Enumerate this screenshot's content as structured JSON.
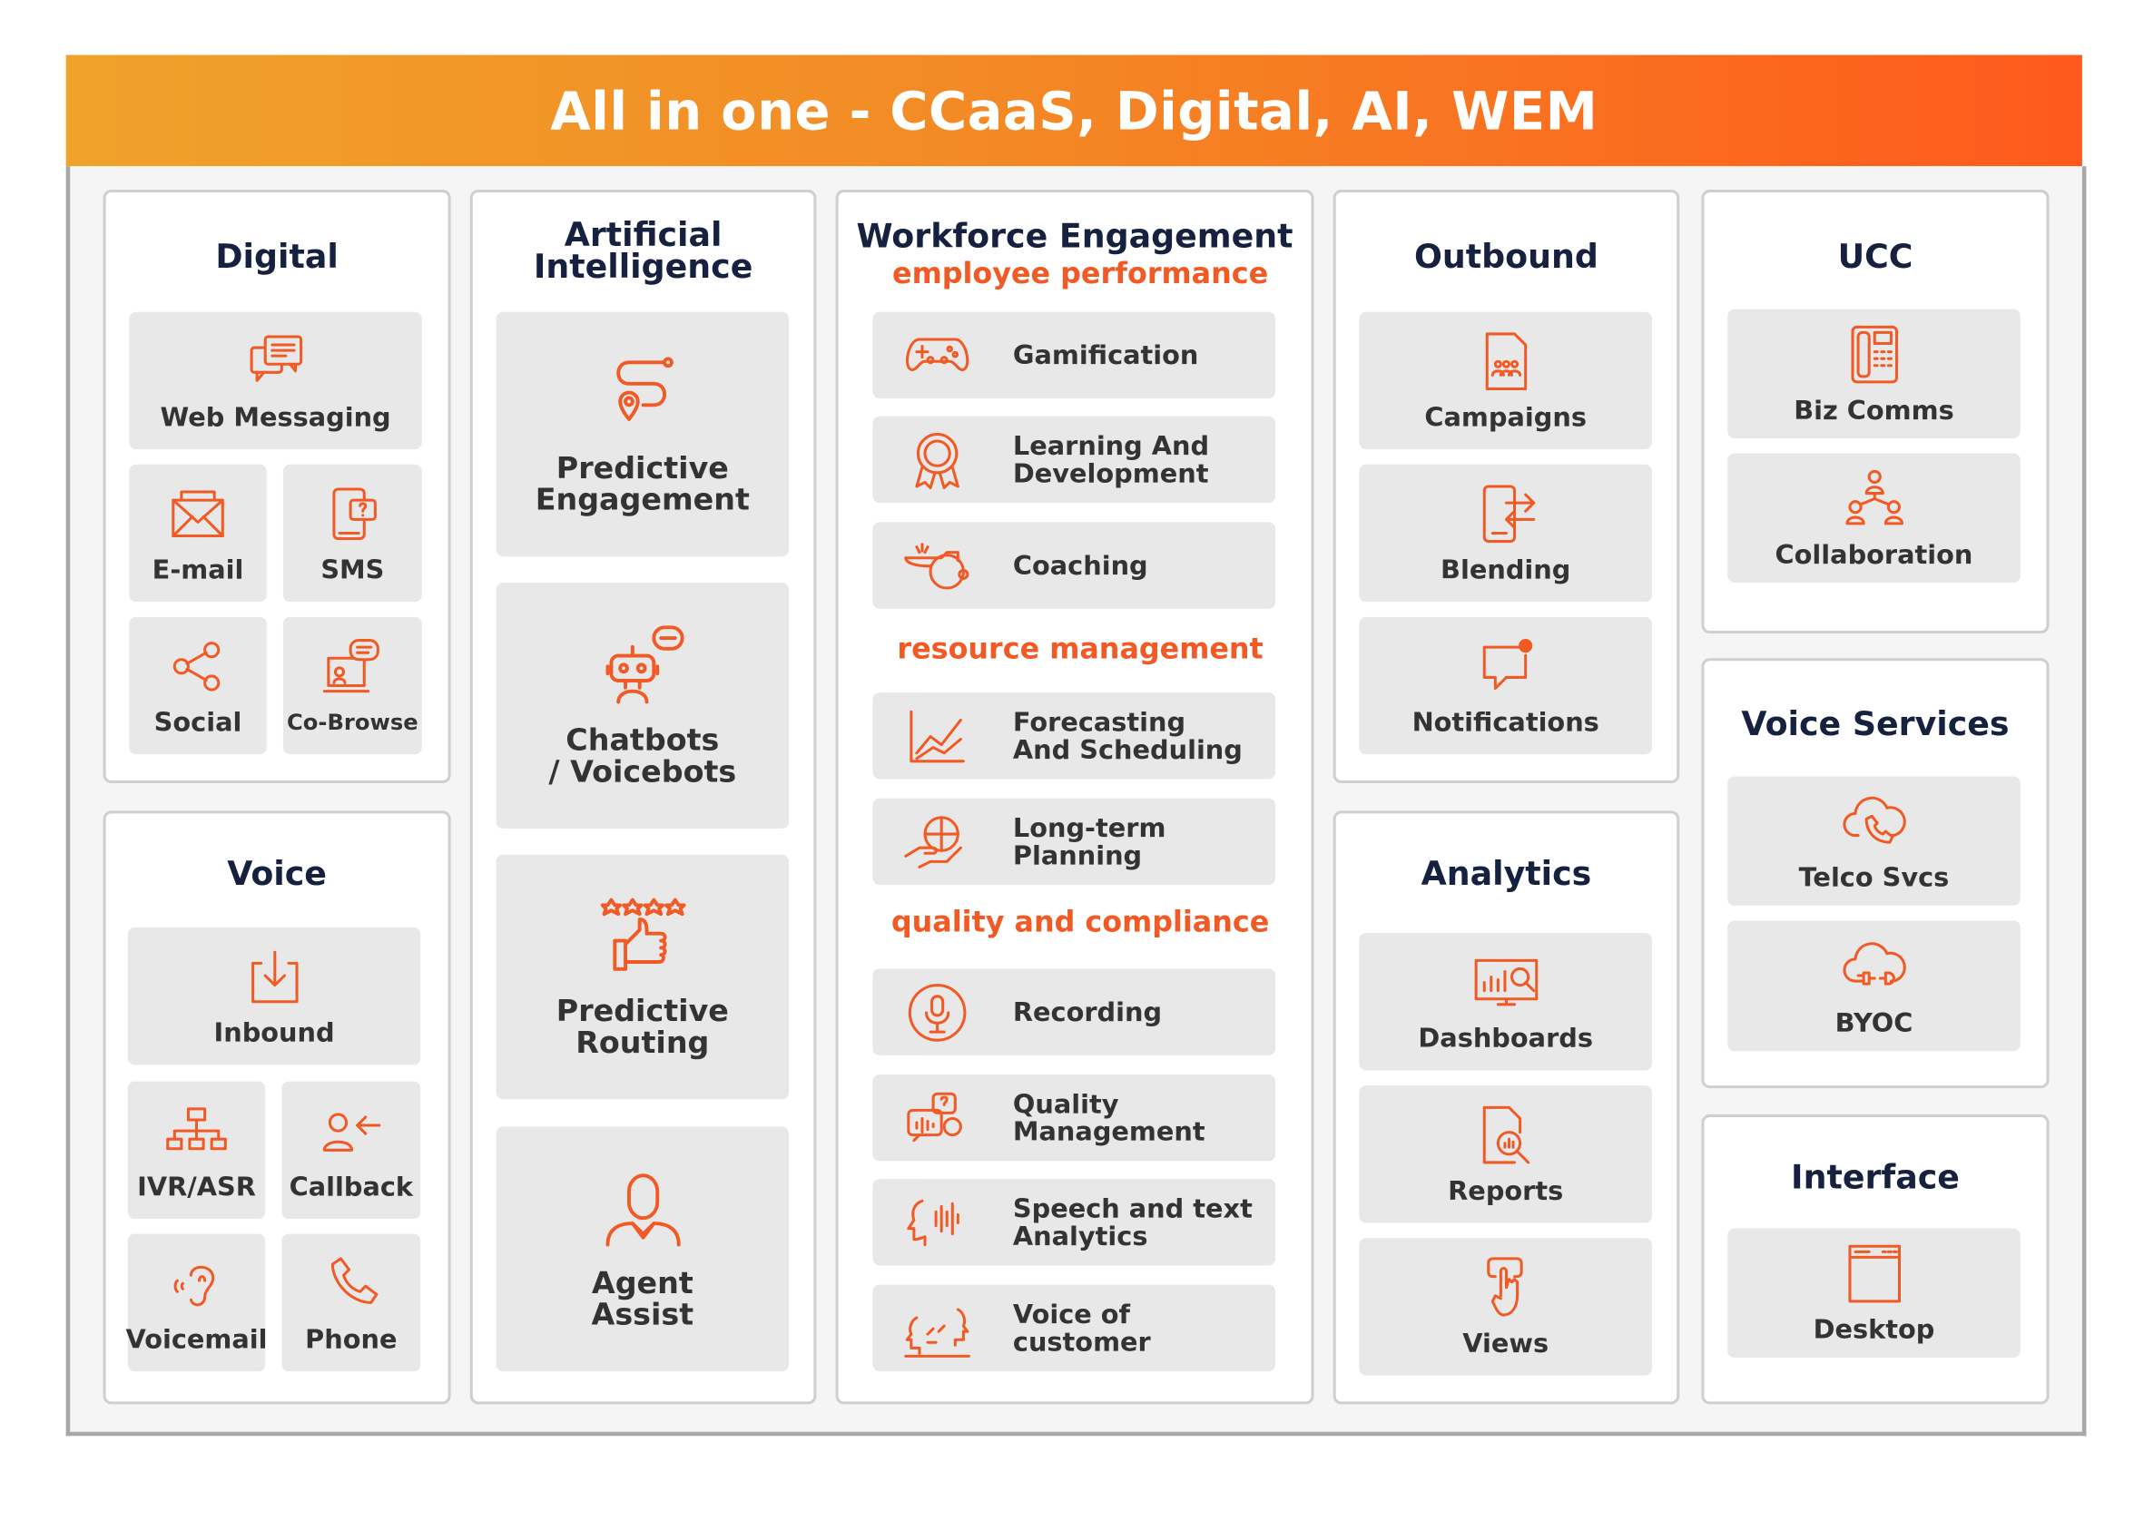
{
  "banner": {
    "title": "All in one - CCaaS, Digital, AI, WEM"
  },
  "colors": {
    "accent": "#f15a24",
    "title": "#16213f",
    "tile": "#e8e8e8",
    "banner_start": "#f0a22a",
    "banner_end": "#ff5a1c"
  },
  "digital": {
    "title": "Digital",
    "items": [
      "Web Messaging",
      "E-mail",
      "SMS",
      "Social",
      "Co-Browse"
    ]
  },
  "voice": {
    "title": "Voice",
    "items": [
      "Inbound",
      "IVR/ASR",
      "Callback",
      "Voicemail",
      "Phone"
    ]
  },
  "ai": {
    "title": [
      "Artificial",
      "Intelligence"
    ],
    "items": [
      [
        "Predictive",
        "Engagement"
      ],
      [
        "Chatbots",
        "/ Voicebots"
      ],
      [
        "Predictive",
        "Routing"
      ],
      [
        "Agent",
        "Assist"
      ]
    ]
  },
  "wem": {
    "title": "Workforce Engagement",
    "sections": [
      {
        "heading": "employee performance",
        "items": [
          [
            "Gamification"
          ],
          [
            "Learning And",
            "Development"
          ],
          [
            "Coaching"
          ]
        ]
      },
      {
        "heading": "resource management",
        "items": [
          [
            "Forecasting",
            "And Scheduling"
          ],
          [
            "Long-term",
            "Planning"
          ]
        ]
      },
      {
        "heading": "quality and compliance",
        "items": [
          [
            "Recording"
          ],
          [
            "Quality",
            "Management"
          ],
          [
            "Speech and text",
            "Analytics"
          ],
          [
            "Voice of customer"
          ]
        ]
      }
    ]
  },
  "outbound": {
    "title": "Outbound",
    "items": [
      "Campaigns",
      "Blending",
      "Notifications"
    ]
  },
  "analytics": {
    "title": "Analytics",
    "items": [
      "Dashboards",
      "Reports",
      "Views"
    ]
  },
  "ucc": {
    "title": "UCC",
    "items": [
      "Biz Comms",
      "Collaboration"
    ]
  },
  "voice_services": {
    "title": "Voice Services",
    "items": [
      "Telco Svcs",
      "BYOC"
    ]
  },
  "interface": {
    "title": "Interface",
    "items": [
      "Desktop"
    ]
  }
}
